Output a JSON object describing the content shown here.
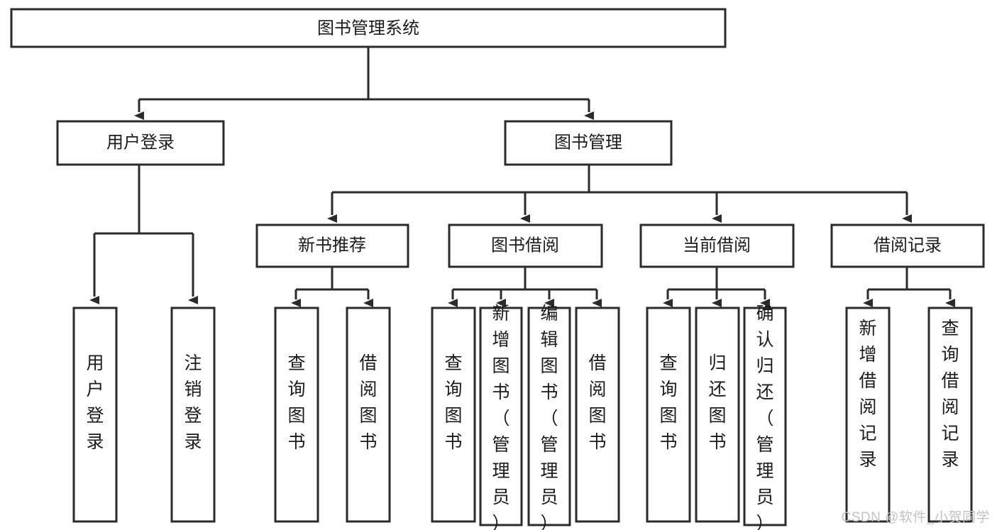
{
  "diagram": {
    "type": "tree-hierarchy-chart",
    "title": "图书管理系统",
    "orientation": "top-down",
    "colors": {
      "box_fill": "#ffffff",
      "box_stroke": "#2b2b2b",
      "edge": "#2b2b2b",
      "text": "#1b1b1b",
      "watermark": "#c3c3c3",
      "background": "#ffffff"
    },
    "nodes": {
      "root": {
        "id": "root",
        "label": "图书管理系统",
        "level": 0,
        "orientation": "horizontal"
      },
      "level1": [
        {
          "id": "user-login",
          "label": "用户登录",
          "level": 1,
          "orientation": "horizontal"
        },
        {
          "id": "book-management",
          "label": "图书管理",
          "level": 1,
          "orientation": "horizontal"
        }
      ],
      "level2": [
        {
          "id": "new-book-recommend",
          "label": "新书推荐",
          "level": 2,
          "orientation": "horizontal",
          "parent": "book-management"
        },
        {
          "id": "book-borrow",
          "label": "图书借阅",
          "level": 2,
          "orientation": "horizontal",
          "parent": "book-management"
        },
        {
          "id": "current-borrow",
          "label": "当前借阅",
          "level": 2,
          "orientation": "horizontal",
          "parent": "book-management"
        },
        {
          "id": "borrow-record",
          "label": "借阅记录",
          "level": 2,
          "orientation": "horizontal",
          "parent": "book-management"
        }
      ],
      "leaves": [
        {
          "id": "leaf-user-login",
          "label": "用户登录",
          "parent": "user-login",
          "orientation": "vertical"
        },
        {
          "id": "leaf-logout-login",
          "label": "注销登录",
          "parent": "user-login",
          "orientation": "vertical"
        },
        {
          "id": "leaf-query-book-1",
          "label": "查询图书",
          "parent": "new-book-recommend",
          "orientation": "vertical"
        },
        {
          "id": "leaf-borrow-book-1",
          "label": "借阅图书",
          "parent": "new-book-recommend",
          "orientation": "vertical"
        },
        {
          "id": "leaf-query-book-2",
          "label": "查询图书",
          "parent": "book-borrow",
          "orientation": "vertical"
        },
        {
          "id": "leaf-add-book",
          "label": "新增图书（管理员）",
          "parent": "book-borrow",
          "orientation": "vertical"
        },
        {
          "id": "leaf-edit-book",
          "label": "编辑图书（管理员）",
          "parent": "book-borrow",
          "orientation": "vertical"
        },
        {
          "id": "leaf-borrow-book-2",
          "label": "借阅图书",
          "parent": "book-borrow",
          "orientation": "vertical"
        },
        {
          "id": "leaf-query-book-3",
          "label": "查询图书",
          "parent": "current-borrow",
          "orientation": "vertical"
        },
        {
          "id": "leaf-return-book",
          "label": "归还图书",
          "parent": "current-borrow",
          "orientation": "vertical"
        },
        {
          "id": "leaf-confirm-return",
          "label": "确认归还（管理员）",
          "parent": "current-borrow",
          "orientation": "vertical"
        },
        {
          "id": "leaf-add-record",
          "label": "新增借阅记录",
          "parent": "borrow-record",
          "orientation": "vertical"
        },
        {
          "id": "leaf-query-record",
          "label": "查询借阅记录",
          "parent": "borrow-record",
          "orientation": "vertical"
        }
      ]
    }
  },
  "watermark": {
    "text": "CSDN @软件_小贺同学"
  }
}
